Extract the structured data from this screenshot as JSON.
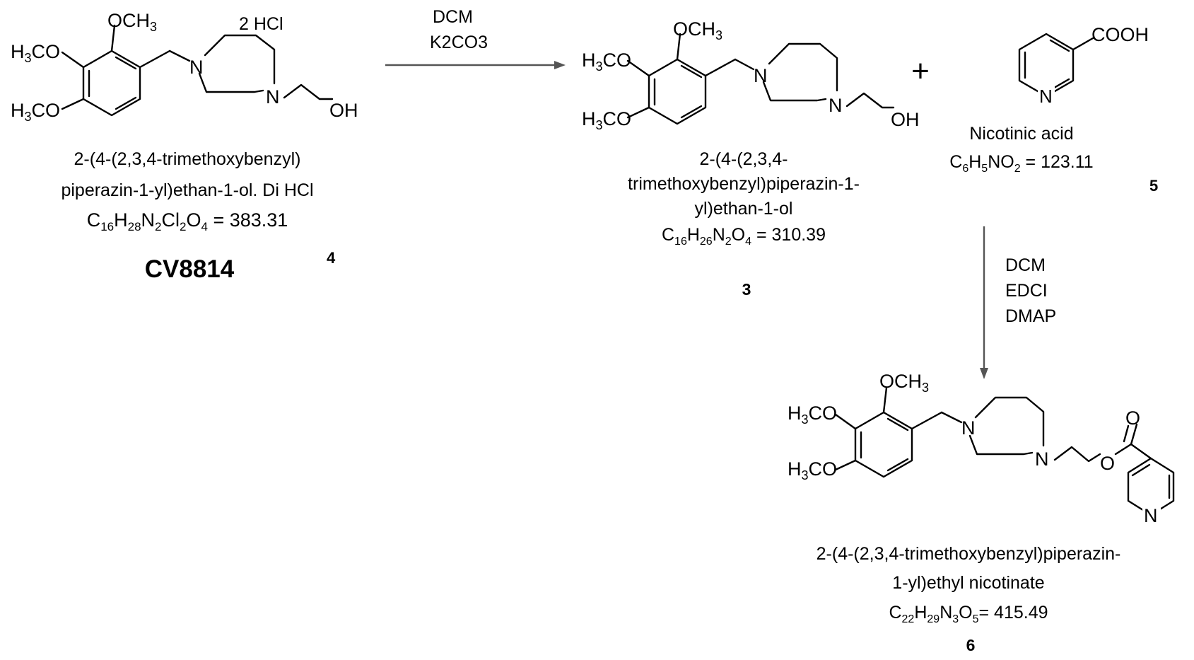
{
  "compounds": {
    "c4": {
      "substituents": {
        "ome_top": "OCH",
        "ome_top_sub": "3",
        "ome_mid": "H",
        "ome_mid_sub": "3",
        "ome_mid_rest": "CO",
        "ome_bot": "H",
        "ome_bot_sub": "3",
        "ome_bot_rest": "CO",
        "n1": "N",
        "n2": "N",
        "oh": "OH"
      },
      "salt": "2 HCl",
      "name_line1": "2-(4-(2,3,4-trimethoxybenzyl)",
      "name_line2": "piperazin-1-yl)ethan-1-ol.  Di HCl",
      "formula": {
        "parts": [
          "C",
          "16",
          "H",
          "28",
          "N",
          "2",
          "Cl",
          "2",
          "O",
          "4"
        ],
        "mass": " = 383.31"
      },
      "code": "CV8814",
      "number": "4"
    },
    "c3": {
      "substituents": {
        "ome_top": "OCH",
        "ome_top_sub": "3",
        "ome_mid": "H",
        "ome_mid_sub": "3",
        "ome_mid_rest": "CO",
        "ome_bot": "H",
        "ome_bot_sub": "3",
        "ome_bot_rest": "CO",
        "n1": "N",
        "n2": "N",
        "oh": "OH"
      },
      "name_line1": "2-(4-(2,3,4-",
      "name_line2": "trimethoxybenzyl)piperazin-1-",
      "name_line3": "yl)ethan-1-ol",
      "formula": {
        "parts": [
          "C",
          "16",
          "H",
          "26",
          "N",
          "2",
          "O",
          "4"
        ],
        "mass": " = 310.39"
      },
      "number": "3"
    },
    "c5": {
      "substituents": {
        "cooh": "COOH",
        "n": "N"
      },
      "name": "Nicotinic acid",
      "formula": {
        "parts": [
          "C",
          "6",
          "H",
          "5",
          "NO",
          "2"
        ],
        "mass": " = 123.11"
      },
      "number": "5"
    },
    "c6": {
      "substituents": {
        "ome_top": "OCH",
        "ome_top_sub": "3",
        "ome_mid": "H",
        "ome_mid_sub": "3",
        "ome_mid_rest": "CO",
        "ome_bot": "H",
        "ome_bot_sub": "3",
        "ome_bot_rest": "CO",
        "n1": "N",
        "n2": "N",
        "o_ester": "O",
        "o_carbonyl": "O",
        "n_py": "N"
      },
      "name_line1": "2-(4-(2,3,4-trimethoxybenzyl)piperazin-",
      "name_line2": "1-yl)ethyl nicotinate",
      "formula": {
        "parts": [
          "C",
          "22",
          "H",
          "29",
          "N",
          "3",
          "O",
          "5"
        ],
        "mass": "= 415.49"
      },
      "number": "6"
    }
  },
  "reactions": {
    "step1": {
      "reagent1": "DCM",
      "reagent2": "K2CO3"
    },
    "plus": "+",
    "step2": {
      "reagent1": "DCM",
      "reagent2": "EDCI",
      "reagent3": "DMAP"
    }
  }
}
